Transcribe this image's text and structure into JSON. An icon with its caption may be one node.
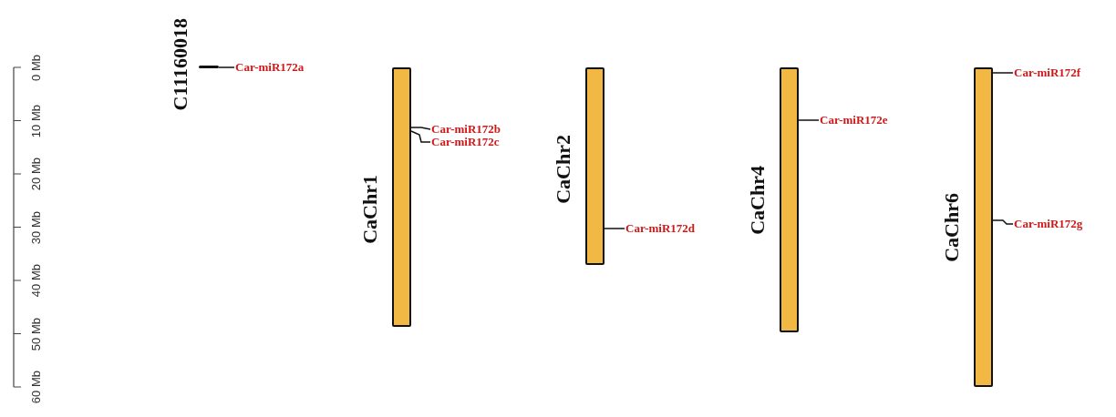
{
  "diagram": {
    "nodes": [
      {
        "text": [
          "C11160018"
        ]
      },
      {
        "text": [
          "Car-miR172a"
        ]
      },
      {
        "text": [
          "CaChr1"
        ]
      },
      {
        "text": [
          "Car-miR172b"
        ]
      },
      {
        "text": [
          "Car-miR172c"
        ]
      },
      {
        "text": [
          "CaChr2"
        ]
      },
      {
        "text": [
          "Car-miR172d"
        ]
      },
      {
        "text": [
          "CaChr4"
        ]
      },
      {
        "text": [
          "Car-miR172e"
        ]
      },
      {
        "text": [
          "CaChr6"
        ]
      },
      {
        "text": [
          "Car-miR172f"
        ]
      },
      {
        "text": [
          "Car-miR172g"
        ]
      }
    ],
    "edges": [
      {
        "from": 1,
        "to": 0,
        "arrow": "none"
      },
      {
        "from": 3,
        "to": 2,
        "arrow": "none"
      },
      {
        "from": 4,
        "to": 2,
        "arrow": "none"
      },
      {
        "from": 6,
        "to": 5,
        "arrow": "none"
      },
      {
        "from": 8,
        "to": 7,
        "arrow": "none"
      },
      {
        "from": 10,
        "to": 9,
        "arrow": "none"
      },
      {
        "from": 11,
        "to": 9,
        "arrow": "none"
      }
    ],
    "labels": [
      "0 Mb",
      "10 Mb",
      "20 Mb",
      "30 Mb",
      "40 Mb",
      "50 Mb",
      "60 Mb"
    ]
  }
}
